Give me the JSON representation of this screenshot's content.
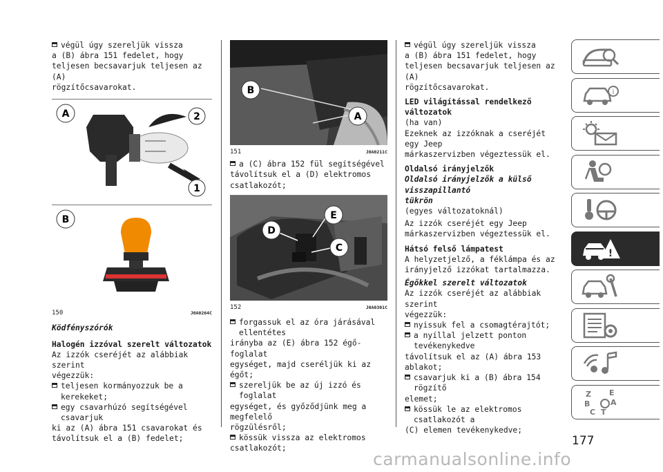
{
  "col1": {
    "intro": [
      "végül úgy szereljük vissza",
      "a (B) ábra 151 fedelet, hogy",
      "teljesen becsavarjuk teljesen az (A)",
      "rögzítőcsavarokat."
    ],
    "fig150": {
      "label_a": "A",
      "label_b": "B",
      "num_1": "1",
      "num_2": "2",
      "number": "150",
      "code": "J0A0264C"
    },
    "title": "Ködfényszórók",
    "sub": "Halogén izzóval szerelt változatok",
    "text": [
      "Az izzók cseréjét az alábbiak szerint",
      "végezzük:"
    ],
    "bullets": [
      [
        "teljesen kormányozzuk be a kerekeket;"
      ],
      [
        "egy csavarhúzó segítségével csavarjuk",
        "ki az (A) ábra 151 csavarokat és",
        "távolítsuk el a (B) fedelet;"
      ]
    ]
  },
  "col2": {
    "fig151": {
      "label_a": "A",
      "label_b": "B",
      "number": "151",
      "code": "J0A0211C"
    },
    "bullet1": [
      "a (C) ábra 152 fül segítségével",
      "távolítsuk el a (D) elektromos",
      "csatlakozót;"
    ],
    "fig152": {
      "label_c": "C",
      "label_d": "D",
      "label_e": "E",
      "number": "152",
      "code": "J0A0301C"
    },
    "bullets": [
      [
        "forgassuk el az óra járásával ellentétes",
        "irányba az (E) ábra 152 égő-foglalat",
        "egységet, majd cseréljük ki az égőt;"
      ],
      [
        "szereljük be az új izzó és foglalat",
        "egységet, és győződjünk meg a megfelelő",
        "rögzülésről;"
      ],
      [
        "kössük vissza az elektromos",
        "csatlakozót;"
      ]
    ]
  },
  "col3": {
    "bullet0": [
      "végül úgy szereljük vissza",
      "a (B) ábra 151 fedelet, hogy",
      "teljesen becsavarjuk teljesen az (A)",
      "rögzítőcsavarokat."
    ],
    "led_title": "LED világítással rendelkező változatok",
    "led_sub": "(ha van)",
    "led_text": [
      "Ezeknek az izzóknak a cseréjét egy Jeep",
      "márkaszervizben végeztessük el."
    ],
    "side_title": "Oldalsó irányjelzők",
    "side_italic": [
      "Oldalsó irányjelzők a külső visszapillantó",
      "tükrön"
    ],
    "side_sub": "(egyes változatoknál)",
    "side_text": [
      "Az izzók cseréjét egy Jeep",
      "márkaszervizben végeztessük el."
    ],
    "rear_title": "Hátsó felső lámpatest",
    "rear_text": [
      "A helyzetjelző, a féklámpa és az",
      "irányjelző izzókat tartalmazza."
    ],
    "bulb_title": "Égőkkel szerelt változatok",
    "bulb_text": [
      "Az izzók cseréjét az alábbiak szerint",
      "végezzük:"
    ],
    "bullets": [
      [
        "nyissuk fel a csomagtérajtót;"
      ],
      [
        "a nyíllal jelzett ponton tevékenykedve",
        "távolítsuk el az (A) ábra 153 ablakot;"
      ],
      [
        "csavarjuk ki a (B) ábra 154 rögzítő",
        "elemet;"
      ],
      [
        "kössük le az elektromos csatlakozót a",
        "(C) elemen tevékenykedve;"
      ]
    ]
  },
  "sidebar": {
    "tabs": [
      {
        "icon": "dashboard-search-icon"
      },
      {
        "icon": "car-info-icon"
      },
      {
        "icon": "light-warning-mail-icon"
      },
      {
        "icon": "airbag-seat-icon"
      },
      {
        "icon": "key-steering-wheel-icon"
      },
      {
        "icon": "car-emergency-icon",
        "active": true
      },
      {
        "icon": "car-service-wrench-icon"
      },
      {
        "icon": "technical-data-icon"
      },
      {
        "icon": "multimedia-music-icon"
      },
      {
        "icon": "alphabetical-index-icon"
      }
    ],
    "index_letters": [
      "Z",
      "E",
      "B",
      "A",
      "C",
      "T"
    ]
  },
  "page_number": "177",
  "watermark": "carmanualsonline.info"
}
